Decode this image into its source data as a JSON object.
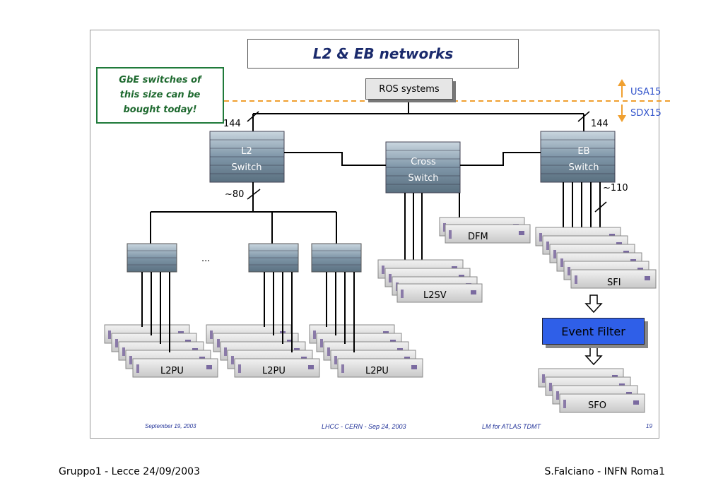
{
  "title": "L2 & EB networks",
  "note_lines": [
    "GbE switches of",
    "this size can be",
    "bought today!"
  ],
  "ros": "ROS systems",
  "usa": "USA15",
  "sdx": "SDX15",
  "l2_switch": [
    "L2",
    "Switch"
  ],
  "cross_switch": [
    "Cross",
    "Switch"
  ],
  "eb_switch": [
    "EB",
    "Switch"
  ],
  "links": {
    "l2_in": "144",
    "eb_in": "144",
    "l2_out": "~80",
    "eb_out": "~110"
  },
  "ellipsis": "...",
  "devices": {
    "dfm": "DFM",
    "l2sv": "L2SV",
    "sfi": "SFI",
    "l2pu": "L2PU",
    "sfo": "SFO"
  },
  "event_filter": "Event Filter",
  "footer": {
    "date": "September 19, 2003",
    "event": "LHCC - CERN - Sep 24, 2003",
    "author": "LM for ATLAS TDMT",
    "page": "19"
  },
  "bottom_left": "Gruppo1 - Lecce 24/09/2003",
  "bottom_right": "S.Falciano - INFN Roma1",
  "colors": {
    "usa_text": "#3355cc",
    "dashed_line": "#f0a030",
    "note_border": "#1f7a3a",
    "event_filter": "#2f5fe8"
  }
}
